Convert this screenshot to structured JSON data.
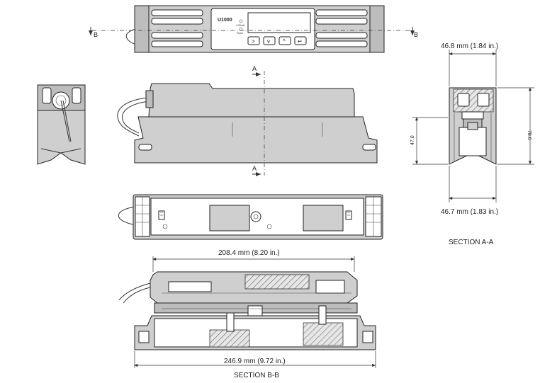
{
  "device_label": "U1000",
  "status_labels": [
    "4-20mA",
    "Pulse"
  ],
  "section_marks": {
    "a_top": "A",
    "a_bottom": "A",
    "b_left": "B",
    "b_right": "B"
  },
  "dimensions": {
    "section_width_top": "46.8 mm (1.84 in.)",
    "section_width_bottom": "46.7 mm (1.83 in.)",
    "section_inner_height": "47.0",
    "section_total_height": "78.6",
    "inner_length": "208.4 mm (8.20 in.)",
    "overall_length": "246.9 mm (9.72 in.)"
  },
  "captions": {
    "section_aa": "SECTION A-A",
    "section_bb": "SECTION B-B"
  },
  "keypad": {
    "keys": [
      "right-arrow-key",
      "down-arrow-key",
      "up-arrow-key",
      "enter-key"
    ],
    "glyphs": [
      ">",
      "v",
      "^",
      "↵"
    ]
  }
}
